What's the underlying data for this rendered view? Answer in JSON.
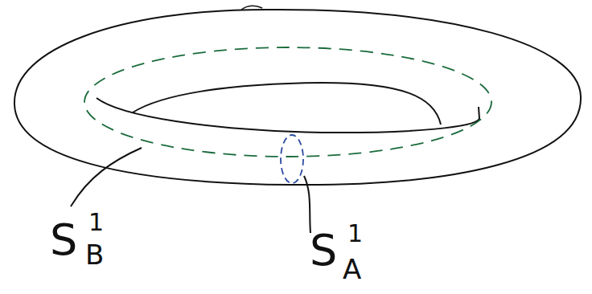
{
  "diagram": {
    "labels": [
      "S",
      "1",
      "B",
      "S",
      "1",
      "A"
    ]
  }
}
